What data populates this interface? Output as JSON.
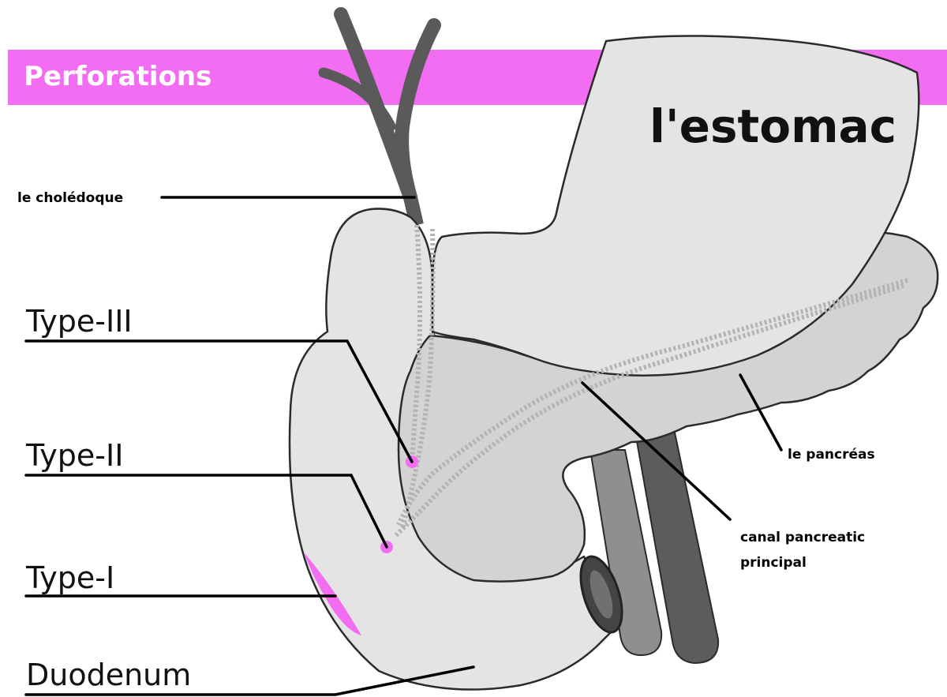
{
  "banner": {
    "title": "Perforations",
    "color": "#f36df2"
  },
  "organs": {
    "stomach": "l'estomac",
    "bile_duct": "le cholédoque",
    "pancreas": "le pancréas",
    "pancreatic_duct": "canal pancreatic",
    "pancreatic_duct_line2": "principal",
    "duodenum": "Duodenum"
  },
  "types": {
    "type3": "Type-III",
    "type2": "Type-II",
    "type1": "Type-I"
  },
  "colors": {
    "perforation": "#f36df2",
    "organ_fill": "#e4e4e4",
    "pancreas_fill": "#d3d3d3",
    "vessel_dark": "#5c5c5c",
    "vessel_mid": "#8f8f8f"
  }
}
